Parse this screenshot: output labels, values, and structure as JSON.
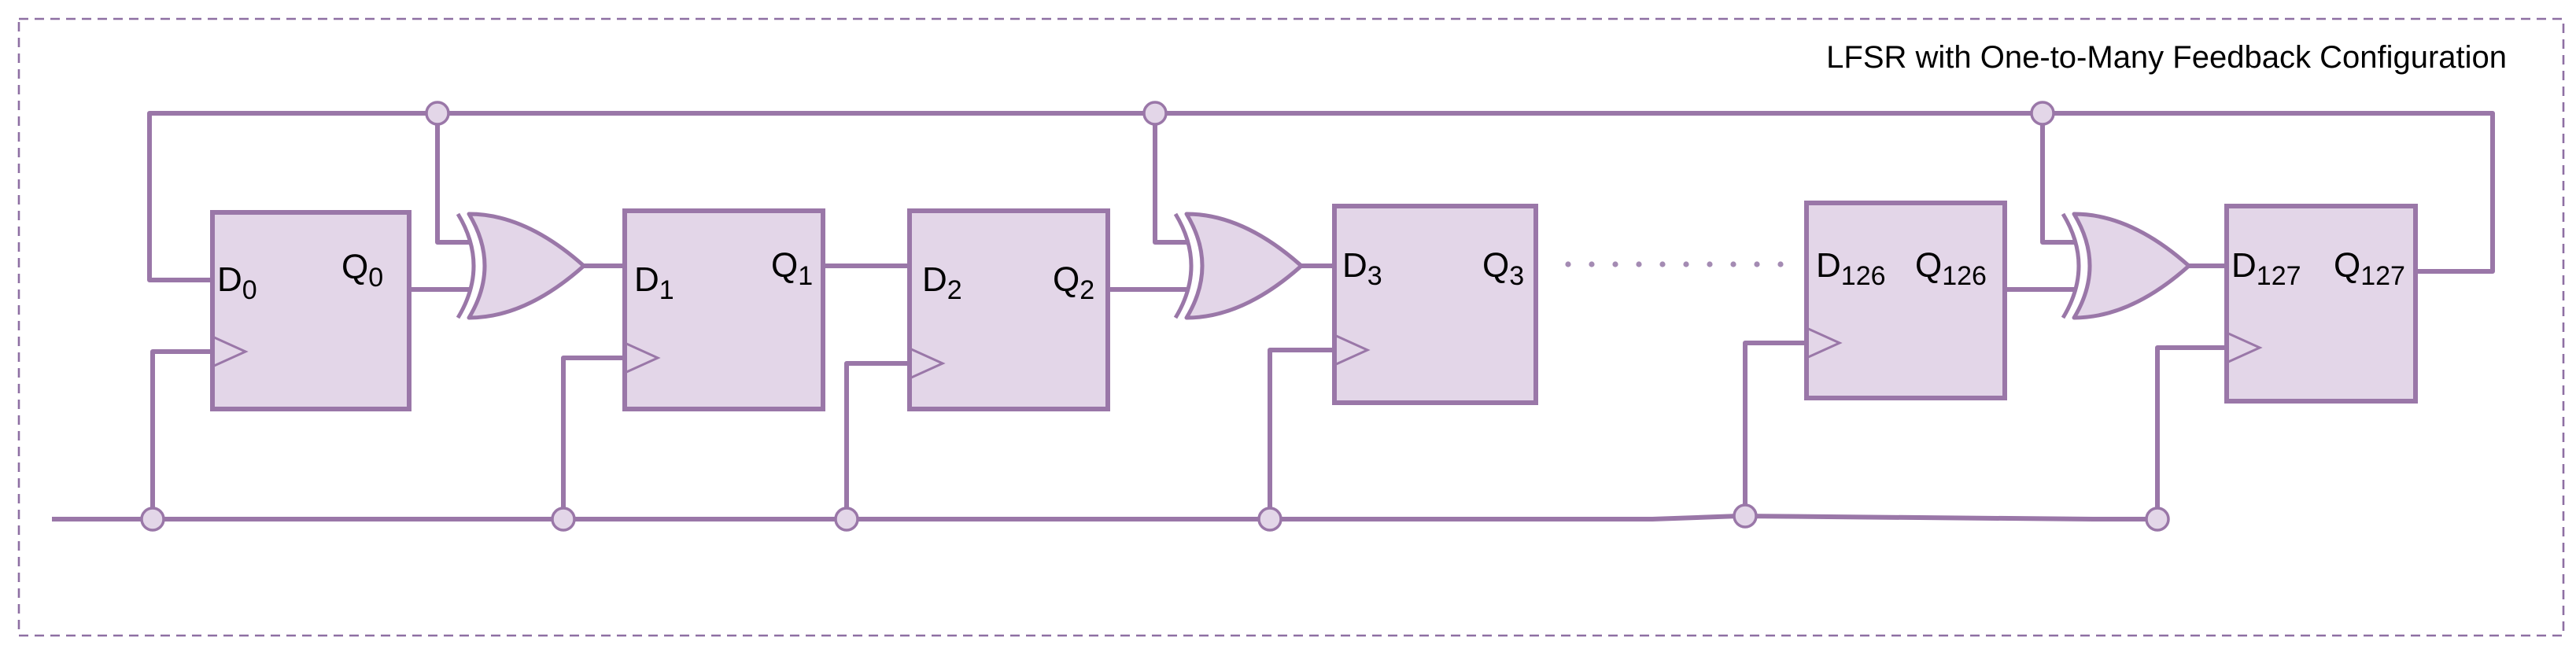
{
  "title": "LFSR with One-to-Many Feedback Configuration",
  "colors": {
    "wire": "#9a77a8",
    "fill": "#e3d6e8",
    "frame": "#8e6fa3",
    "text": "#000000"
  },
  "flip_flops": [
    {
      "d": "D",
      "d_sub": "0",
      "q": "Q",
      "q_sub": "0"
    },
    {
      "d": "D",
      "d_sub": "1",
      "q": "Q",
      "q_sub": "1"
    },
    {
      "d": "D",
      "d_sub": "2",
      "q": "Q",
      "q_sub": "2"
    },
    {
      "d": "D",
      "d_sub": "3",
      "q": "Q",
      "q_sub": "3"
    },
    {
      "d": "D",
      "d_sub": "126",
      "q": "Q",
      "q_sub": "126"
    },
    {
      "d": "D",
      "d_sub": "127",
      "q": "Q",
      "q_sub": "127"
    }
  ],
  "gates": [
    {
      "type": "xor"
    },
    {
      "type": "xor"
    },
    {
      "type": "xor"
    }
  ]
}
